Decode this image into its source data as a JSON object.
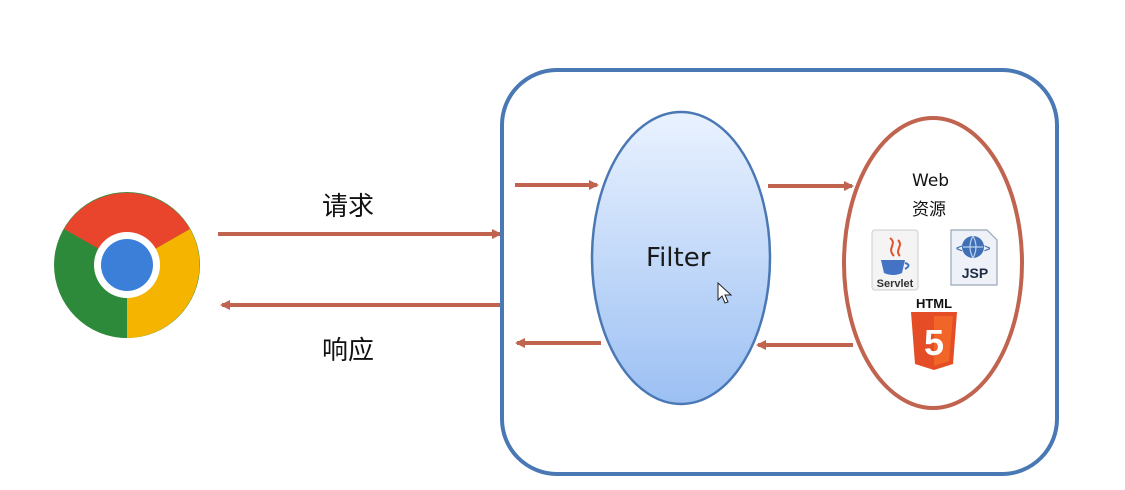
{
  "flow": {
    "request_label": "请求",
    "response_label": "响应"
  },
  "filter": {
    "label": "Filter"
  },
  "web_resource": {
    "title": "Web",
    "subtitle": "资源",
    "icons": [
      {
        "name": "servlet-icon",
        "caption": "Servlet"
      },
      {
        "name": "jsp-icon",
        "caption": "JSP"
      },
      {
        "name": "html5-icon",
        "caption": "HTML",
        "glyph": "5"
      }
    ]
  },
  "colors": {
    "container_border": "#4a78b4",
    "arrow": "#c0634f",
    "filter_fill_top": "#e6f0ff",
    "filter_fill_bottom": "#9ec3f5",
    "filter_border": "#4a78b4",
    "web_border": "#c0634f",
    "html5_orange": "#e44d26"
  },
  "browser": {
    "icon": "chrome-icon"
  }
}
